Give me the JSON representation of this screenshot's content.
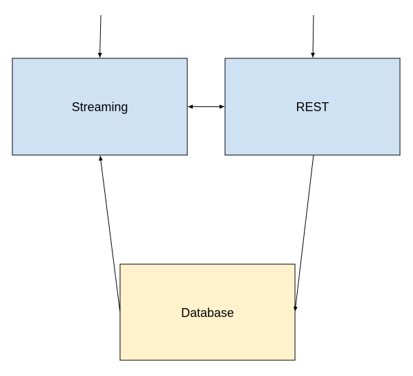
{
  "nodes": {
    "streaming": {
      "label": "Streaming",
      "fill": "#cfe2f3"
    },
    "rest": {
      "label": "REST",
      "fill": "#cfe2f3"
    },
    "database": {
      "label": "Database",
      "fill": "#fff2cc"
    }
  },
  "stroke_color": "#000000"
}
